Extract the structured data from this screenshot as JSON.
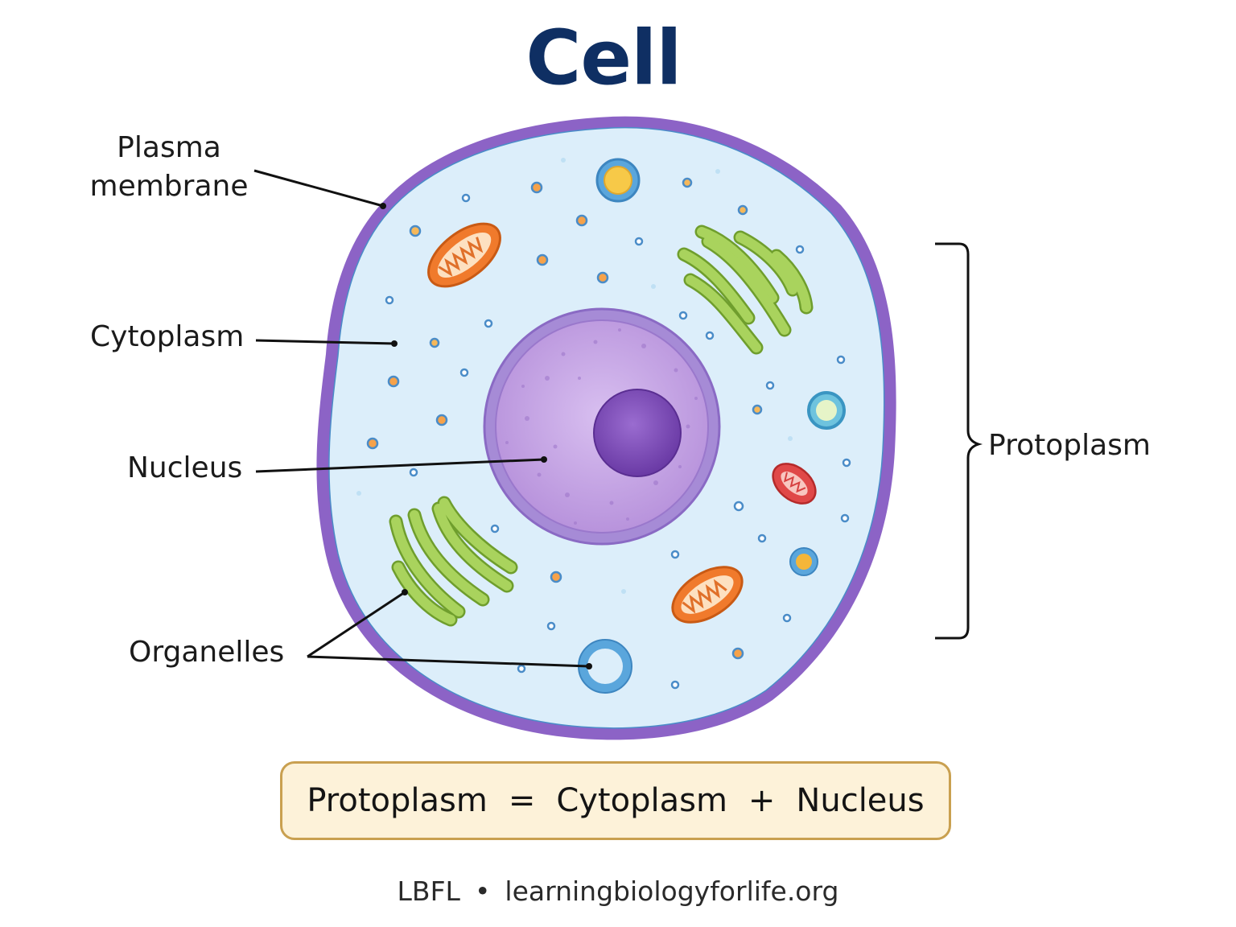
{
  "title": "Cell",
  "labels": {
    "plasma_membrane": "Plasma membrane",
    "cytoplasm": "Cytoplasm",
    "nucleus": "Nucleus",
    "organelles": "Organelles",
    "protoplasm": "Protoplasm"
  },
  "formula": {
    "lhs": "Protoplasm",
    "equals": "=",
    "term1": "Cytoplasm",
    "plus": "+",
    "term2": "Nucleus"
  },
  "footer": {
    "brand": "LBFL",
    "separator": "•",
    "website": "learningbiologyforlife.org"
  },
  "colors": {
    "title": "#0f2f63",
    "membrane": "#8c63c6",
    "cytoplasm": "#dceefa",
    "nucleus": "#c5a6de",
    "nucleolus": "#7b4bb3",
    "mitochondria": "#f07a2c",
    "golgi": "#9ccb55",
    "vacuole": "#5aa6dc",
    "formula_box": "#fdf2d9",
    "formula_border": "#c9a050"
  }
}
